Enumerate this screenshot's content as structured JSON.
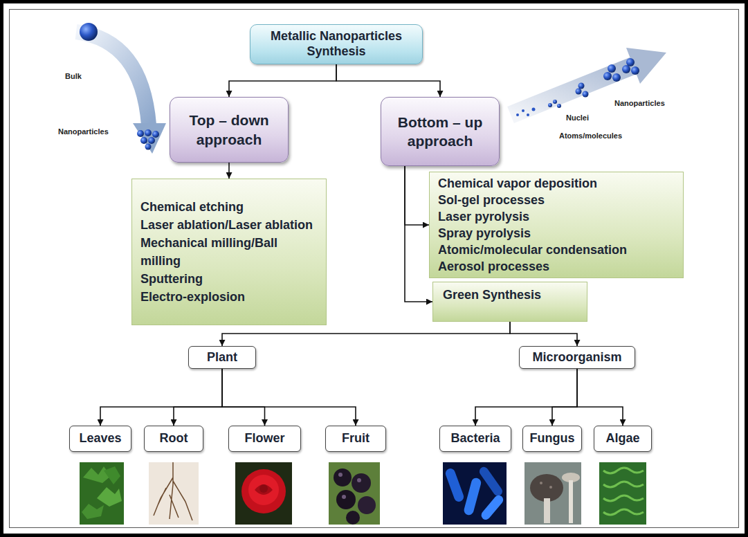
{
  "diagram": {
    "nodes": [
      {
        "text": [
          "Metallic Nanoparticles Synthesis"
        ]
      },
      {
        "text": [
          "Top – down approach"
        ]
      },
      {
        "text": [
          "Bottom – up approach"
        ]
      },
      {
        "text": [
          "Chemical etching",
          "Laser ablation/Laser ablation",
          "Mechanical milling/Ball milling",
          "Sputtering",
          "Electro-explosion"
        ]
      },
      {
        "text": [
          "Chemical vapor deposition",
          "Sol-gel processes",
          "Laser pyrolysis",
          "Spray pyrolysis",
          "Atomic/molecular condensation",
          "Aerosol processes"
        ]
      },
      {
        "text": [
          "Green Synthesis"
        ]
      },
      {
        "text": [
          "Plant"
        ]
      },
      {
        "text": [
          "Microorganism"
        ]
      },
      {
        "text": [
          "Leaves"
        ]
      },
      {
        "text": [
          "Root"
        ]
      },
      {
        "text": [
          "Flower"
        ]
      },
      {
        "text": [
          "Fruit"
        ]
      },
      {
        "text": [
          "Bacteria"
        ]
      },
      {
        "text": [
          "Fungus"
        ]
      },
      {
        "text": [
          "Algae"
        ]
      }
    ],
    "edges": [
      {
        "from": 0,
        "to": 1,
        "arrow": "to"
      },
      {
        "from": 0,
        "to": 2,
        "arrow": "to"
      },
      {
        "from": 1,
        "to": 3,
        "arrow": "to"
      },
      {
        "from": 2,
        "to": 4,
        "arrow": "to"
      },
      {
        "from": 2,
        "to": 5,
        "arrow": "to"
      },
      {
        "from": 5,
        "to": 6,
        "arrow": "to"
      },
      {
        "from": 5,
        "to": 7,
        "arrow": "to"
      },
      {
        "from": 6,
        "to": 8,
        "arrow": "to"
      },
      {
        "from": 6,
        "to": 9,
        "arrow": "to"
      },
      {
        "from": 6,
        "to": 10,
        "arrow": "to"
      },
      {
        "from": 6,
        "to": 11,
        "arrow": "to"
      },
      {
        "from": 7,
        "to": 12,
        "arrow": "to"
      },
      {
        "from": 7,
        "to": 13,
        "arrow": "to"
      },
      {
        "from": 7,
        "to": 14,
        "arrow": "to"
      }
    ],
    "labels": [
      "Bulk",
      "Nanoparticles",
      "Nanoparticles",
      "Nuclei",
      "Atoms/molecules"
    ]
  }
}
